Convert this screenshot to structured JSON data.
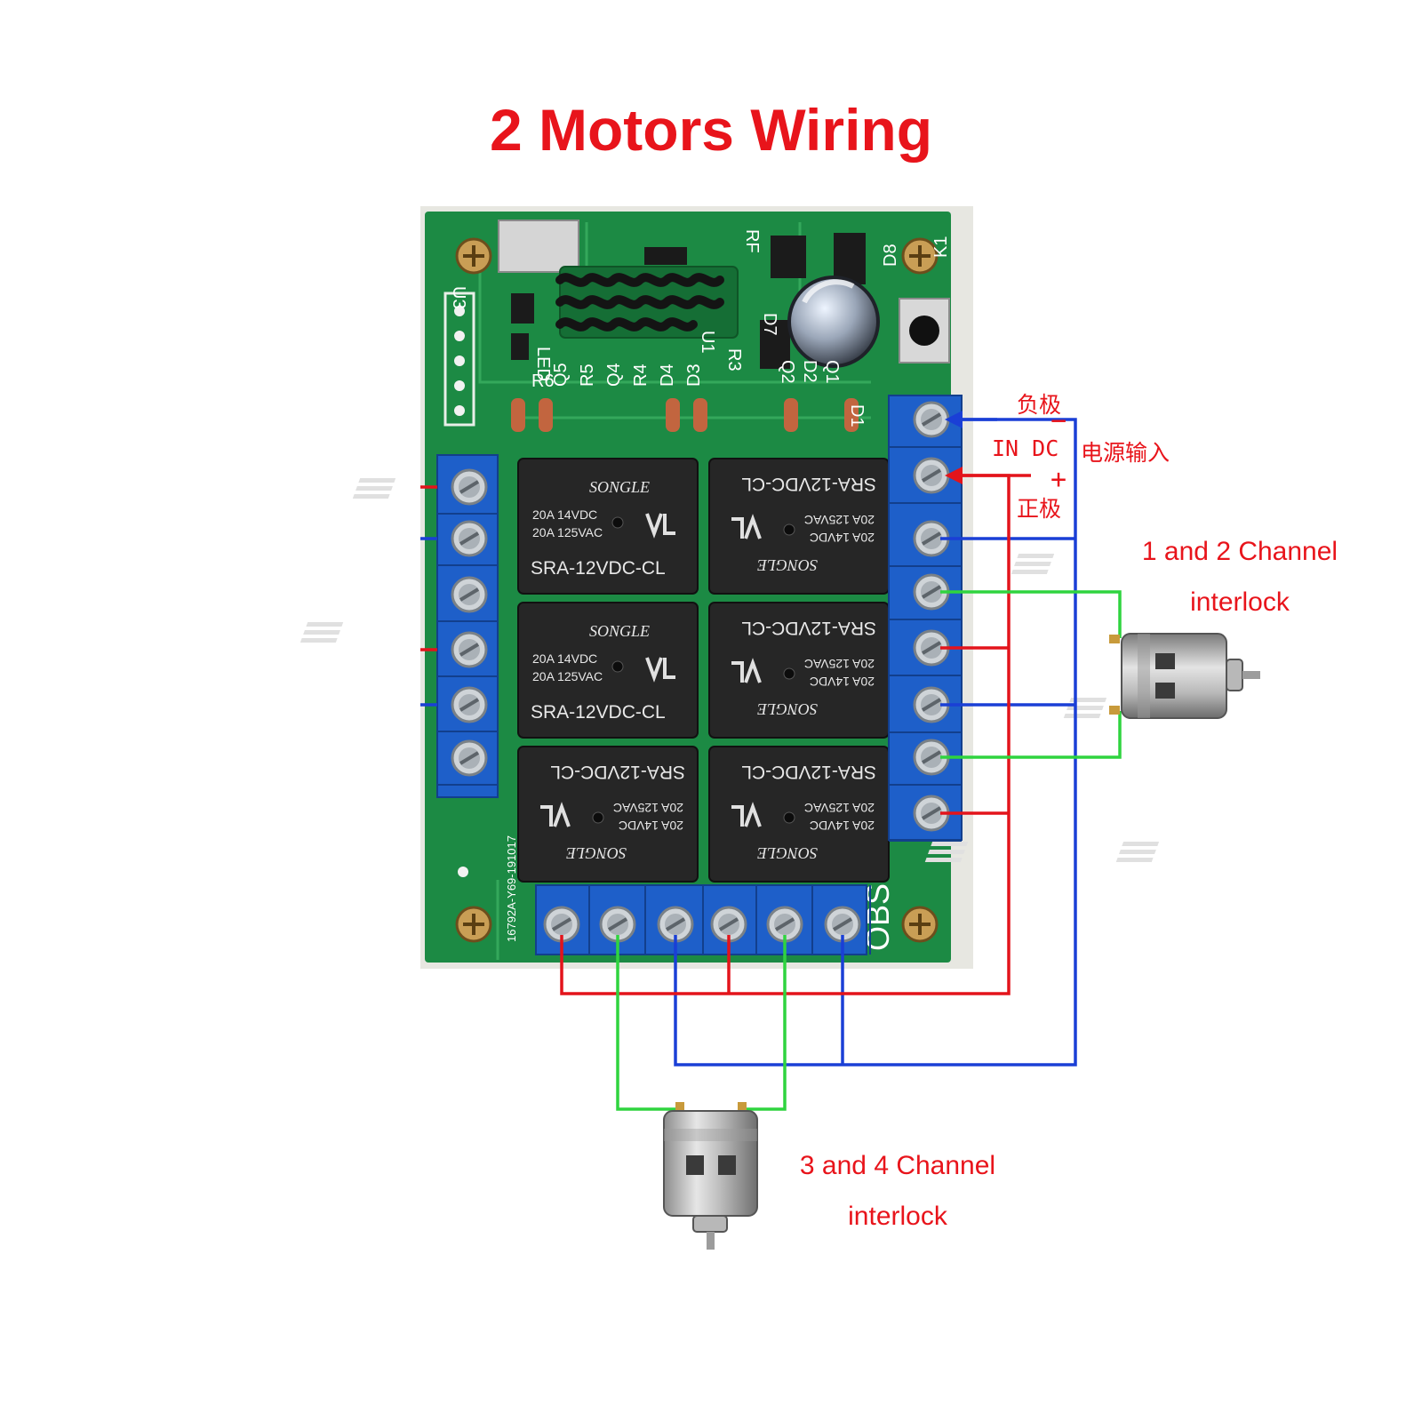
{
  "title": "2 Motors Wiring",
  "power": {
    "neg": "负极",
    "neg_sign": "−",
    "dc": "IN DC",
    "cn": "电源输入",
    "pos_sign": "+",
    "pos": "正极"
  },
  "notes": {
    "ch12": [
      "1 and 2 Channel",
      "interlock"
    ],
    "ch34": [
      "3 and 4 Channel",
      "interlock"
    ]
  },
  "board": {
    "relay_brand": "SONGLE",
    "relay_model": "SRA-12VDC-CL",
    "rating_a": "20A 14VDC",
    "rating_b": "20A 125VAC",
    "serial": "16792A-Y69-191017",
    "silk_left": [
      "U3",
      "LED",
      "R6",
      "Q5",
      "R5",
      "Q4",
      "R4",
      "D4",
      "D3"
    ],
    "silk_right": [
      "RF",
      "D8",
      "K1",
      "D7",
      "U1",
      "R3",
      "Q2",
      "D2",
      "Q1",
      "D1"
    ],
    "silk_obs": "OBS"
  },
  "colors": {
    "pcb": "#1c8a44",
    "terminal": "#1e5fc9",
    "relay": "#262626",
    "wire_red": "#e3141b",
    "wire_blue": "#1a3fd6",
    "wire_green": "#2fd43f",
    "accent": "#e8141b"
  }
}
